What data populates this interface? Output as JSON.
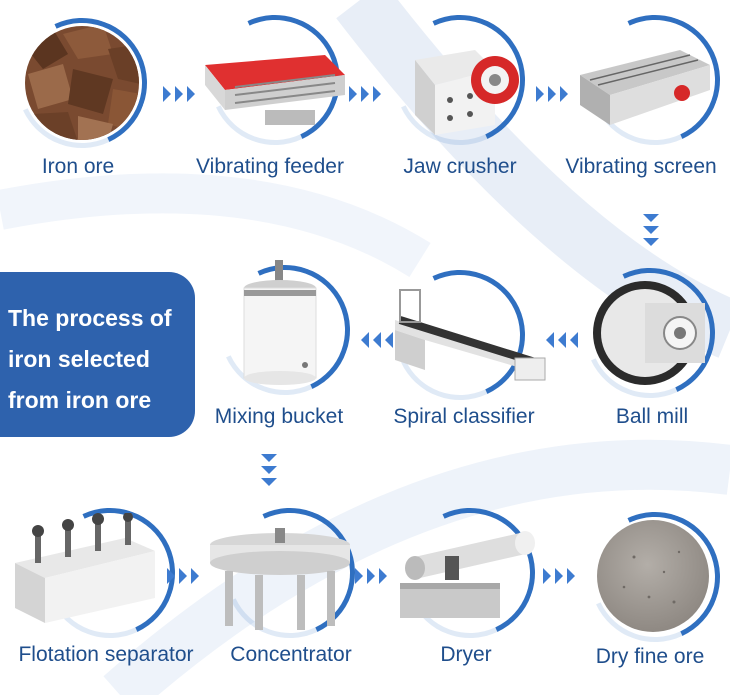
{
  "title": "The process of iron selected from iron ore",
  "steps": [
    {
      "id": "iron-ore",
      "label": "Iron ore"
    },
    {
      "id": "vibrating-feeder",
      "label": "Vibrating feeder"
    },
    {
      "id": "jaw-crusher",
      "label": "Jaw crusher"
    },
    {
      "id": "vibrating-screen",
      "label": "Vibrating screen"
    },
    {
      "id": "ball-mill",
      "label": "Ball mill"
    },
    {
      "id": "spiral-classifier",
      "label": "Spiral classifier"
    },
    {
      "id": "mixing-bucket",
      "label": "Mixing bucket"
    },
    {
      "id": "flotation-separator",
      "label": "Flotation separator"
    },
    {
      "id": "concentrator",
      "label": "Concentrator"
    },
    {
      "id": "dryer",
      "label": "Dryer"
    },
    {
      "id": "dry-fine-ore",
      "label": "Dry fine ore"
    }
  ],
  "colors": {
    "accent": "#2f6fc0",
    "label": "#1f4e8c",
    "title_box": "#2e62ad"
  }
}
